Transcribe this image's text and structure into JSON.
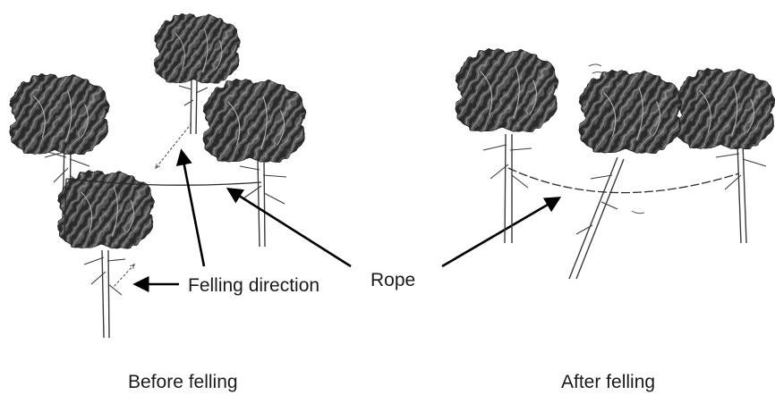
{
  "labels": {
    "felling_direction": "Felling direction",
    "rope": "Rope",
    "before": "Before felling",
    "after": "After felling"
  },
  "colors": {
    "foliage": "#4a4a4a",
    "foliage_dark": "#262626",
    "trunk": "#3a3a3a",
    "background": "#ffffff"
  },
  "icons": [
    "tree-icon",
    "arrow-icon"
  ]
}
